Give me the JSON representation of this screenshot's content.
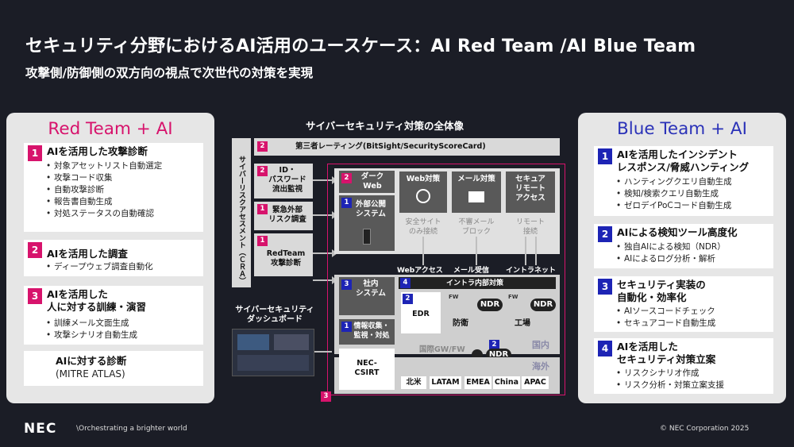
{
  "title": "セキュリティ分野におけるAI活用のユースケース：AI Red Team /AI Blue Team",
  "subtitle": "攻撃側/防御側の双方向の視点で次世代の対策を実現",
  "red": {
    "heading": "Red Team + AI",
    "cards": [
      {
        "num": "1",
        "title": "AIを活用した攻撃診断",
        "bullets": [
          "対象アセットリスト自動選定",
          "攻撃コード収集",
          "自動攻撃診断",
          "報告書自動生成",
          "対処ステータスの自動確認"
        ]
      },
      {
        "num": "2",
        "title": "AIを活用した調査",
        "bullets": [
          "ディープウェブ調査自動化"
        ]
      },
      {
        "num": "3",
        "title": "AIを活用した\n人に対する訓練・演習",
        "bullets": [
          "訓練メール文面生成",
          "攻撃シナリオ自動生成"
        ]
      },
      {
        "num": "",
        "title": "AIに対する診断",
        "note": "(MITRE ATLAS)"
      }
    ]
  },
  "blue": {
    "heading": "Blue Team + AI",
    "cards": [
      {
        "num": "1",
        "title": "AIを活用したインシデント\nレスポンス/脅威ハンティング",
        "bullets": [
          "ハンティングクエリ自動生成",
          "検知/検索クエリ自動生成",
          "ゼロデイPoCコード自動生成"
        ]
      },
      {
        "num": "2",
        "title": "AIによる検知ツール高度化",
        "bullets": [
          "独自AIによる検知（NDR）",
          "AIによるログ分析・解析"
        ]
      },
      {
        "num": "3",
        "title": "セキュリティ実装の\n自動化・効率化",
        "bullets": [
          "AIソースコードチェック",
          "セキュアコード自動生成"
        ]
      },
      {
        "num": "4",
        "title": "AIを活用した\nセキュリティ対策立案",
        "bullets": [
          "リスクシナリオ作成",
          "リスク分析・対策立案支援"
        ]
      }
    ]
  },
  "center": {
    "title": "サイバーセキュリティ対策の全体像",
    "rating_num": "2",
    "rating": "第三者レーティング(BitSight/SecurityScoreCard)",
    "risk_assessment": "サイバーリスクアセスメント（ＣＲＡ）",
    "id_leak_num": "2",
    "id_leak": "ID・\nパスワード\n流出監視",
    "emergency_num": "1",
    "emergency": "緊急外部\nリスク調査",
    "redteam_num": "1",
    "redteam": "RedTeam\n攻撃診断",
    "darkweb_num": "2",
    "darkweb": "ダーク\nWeb",
    "public_num": "1",
    "public": "外部公開\nシステム",
    "web_measure": "Web対策",
    "mail_measure": "メール対策",
    "remote_measure": "セキュア\nリモート\nアクセス",
    "web_sub": "安全サイト\nのみ接続",
    "mail_sub": "不審メール\nブロック",
    "remote_sub": "リモート\n接続",
    "web_access": "Webアクセス",
    "mail_receive": "メール受信",
    "intranet": "イントラネット",
    "internal_num": "3",
    "internal": "社内\nシステム",
    "intra_num": "4",
    "intra": "イントラ内部対策",
    "edr_num": "2",
    "edr": "EDR",
    "fw1": "FW",
    "ndr1": "NDR",
    "defense": "防衛",
    "fw2": "FW",
    "ndr2": "NDR",
    "factory": "工場",
    "domestic": "国内",
    "gw_fw": "国際GW/FW",
    "gw_num": "2",
    "ndr3": "NDR",
    "overseas": "海外",
    "info_num": "1",
    "info": "情報収集・\n監視・対処",
    "csirt": "NEC-\nCSIRT",
    "regions": [
      "北米",
      "LATAM",
      "EMEA",
      "China",
      "APAC"
    ],
    "dashboard": "サイバーセキュリティ\nダッシュボード",
    "outer_num": "3"
  },
  "footer": {
    "logo": "NEC",
    "tagline": "\\Orchestrating a brighter world",
    "copyright": "© NEC Corporation 2025"
  },
  "colors": {
    "red": "#d7136c",
    "blue": "#1d24b5",
    "background": "#1b1d26"
  },
  "icons": [
    "globe-icon",
    "mail-icon",
    "server-icon",
    "laptop-icon",
    "building-icon",
    "router-icon"
  ]
}
